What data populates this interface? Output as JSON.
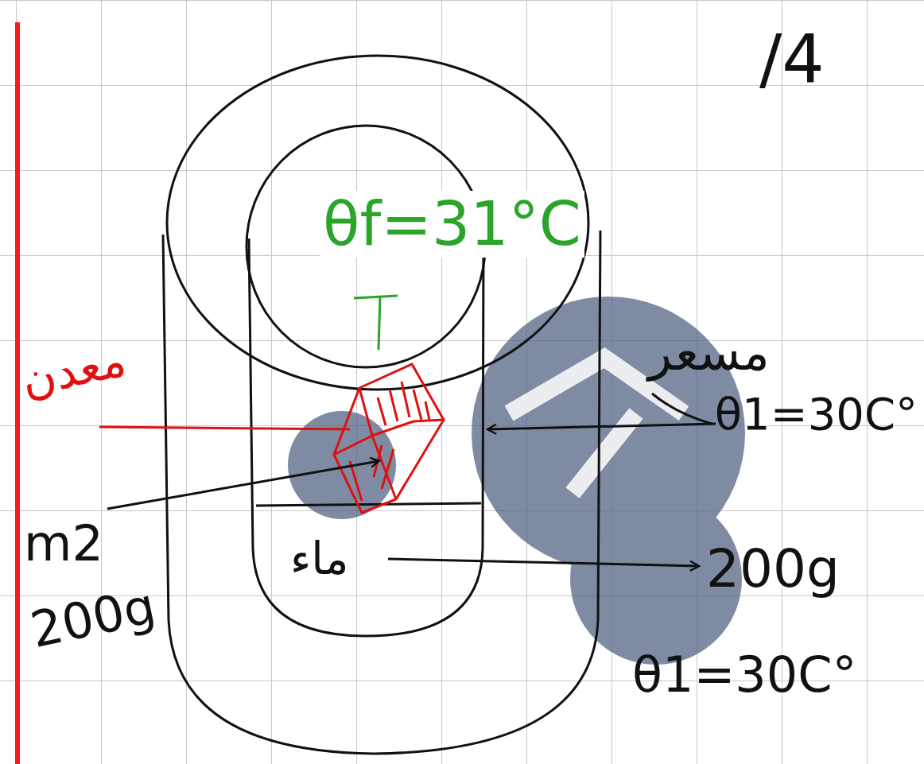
{
  "diagram": {
    "labels": [
      "/4",
      "θf=31°C",
      "معدن",
      "مسعر",
      "θ1=30C°",
      "m2",
      "200g",
      "ماء",
      "200g",
      "θ1=30C°"
    ]
  }
}
